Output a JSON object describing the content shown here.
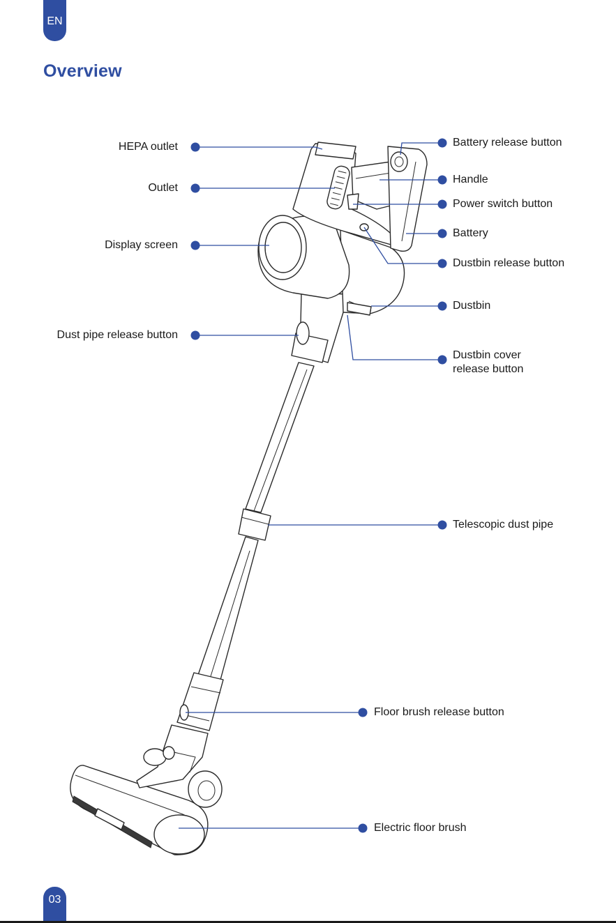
{
  "header": {
    "language": "EN",
    "title": "Overview"
  },
  "labels": {
    "hepa_outlet": "HEPA outlet",
    "outlet": "Outlet",
    "display_screen": "Display screen",
    "dust_pipe_release_button": "Dust pipe release button",
    "battery_release_button": "Battery release button",
    "handle": "Handle",
    "power_switch_button": "Power switch button",
    "battery": "Battery",
    "dustbin_release_button": "Dustbin release button",
    "dustbin": "Dustbin",
    "dustbin_cover_release_button": "Dustbin cover\nrelease button",
    "telescopic_dust_pipe": "Telescopic dust pipe",
    "floor_brush_release_button": "Floor brush release button",
    "electric_floor_brush": "Electric floor brush"
  },
  "footer": {
    "page_number": "03"
  },
  "colors": {
    "accent": "#2f4ea1",
    "line": "#2a2a2a"
  }
}
